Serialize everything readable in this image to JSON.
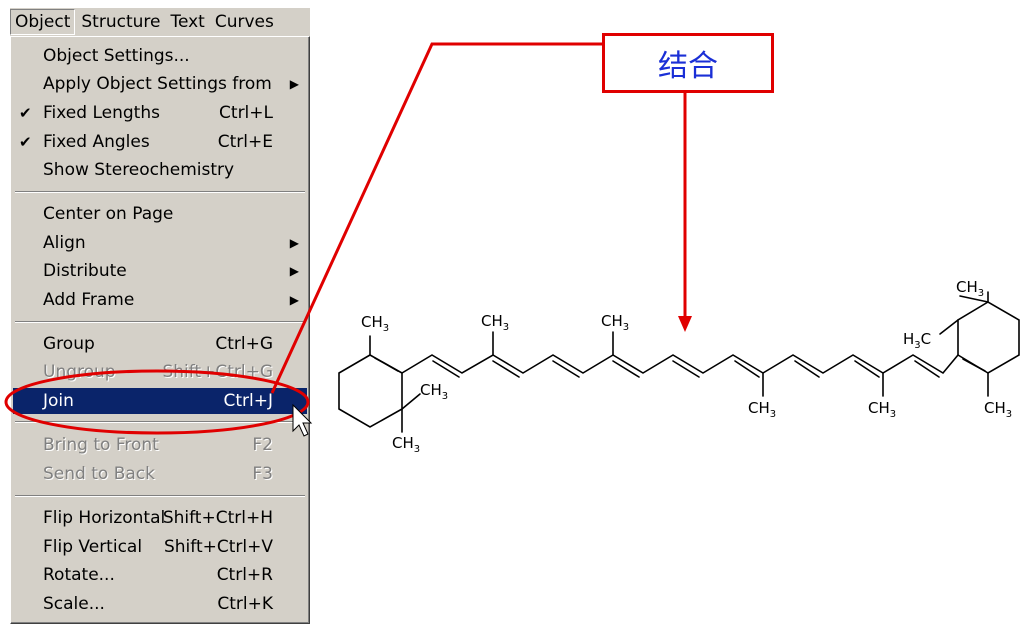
{
  "menubar": {
    "items": [
      {
        "label": "Object"
      },
      {
        "label": "Structure"
      },
      {
        "label": "Text"
      },
      {
        "label": "Curves"
      }
    ]
  },
  "menu": {
    "items": [
      {
        "label": "Object Settings...",
        "shortcut": "",
        "check": "",
        "submenu": false,
        "disabled": false
      },
      {
        "label": "Apply Object Settings from",
        "shortcut": "",
        "check": "",
        "submenu": true,
        "disabled": false
      },
      {
        "label": "Fixed Lengths",
        "shortcut": "Ctrl+L",
        "check": "✔",
        "submenu": false,
        "disabled": false
      },
      {
        "label": "Fixed Angles",
        "shortcut": "Ctrl+E",
        "check": "✔",
        "submenu": false,
        "disabled": false
      },
      {
        "label": "Show Stereochemistry",
        "shortcut": "",
        "check": "",
        "submenu": false,
        "disabled": false
      },
      {
        "label": "Center on Page",
        "shortcut": "",
        "check": "",
        "submenu": false,
        "disabled": false
      },
      {
        "label": "Align",
        "shortcut": "",
        "check": "",
        "submenu": true,
        "disabled": false
      },
      {
        "label": "Distribute",
        "shortcut": "",
        "check": "",
        "submenu": true,
        "disabled": false
      },
      {
        "label": "Add Frame",
        "shortcut": "",
        "check": "",
        "submenu": true,
        "disabled": false
      },
      {
        "label": "Group",
        "shortcut": "Ctrl+G",
        "check": "",
        "submenu": false,
        "disabled": false
      },
      {
        "label": "Ungroup",
        "shortcut": "Shift+Ctrl+G",
        "check": "",
        "submenu": false,
        "disabled": true
      },
      {
        "label": "Join",
        "shortcut": "Ctrl+J",
        "check": "",
        "submenu": false,
        "disabled": false,
        "highlight": true
      },
      {
        "label": "Bring to Front",
        "shortcut": "F2",
        "check": "",
        "submenu": false,
        "disabled": true
      },
      {
        "label": "Send to Back",
        "shortcut": "F3",
        "check": "",
        "submenu": false,
        "disabled": true
      },
      {
        "label": "Flip Horizontal",
        "shortcut": "Shift+Ctrl+H",
        "check": "",
        "submenu": false,
        "disabled": false
      },
      {
        "label": "Flip Vertical",
        "shortcut": "Shift+Ctrl+V",
        "check": "",
        "submenu": false,
        "disabled": false
      },
      {
        "label": "Rotate...",
        "shortcut": "Ctrl+R",
        "check": "",
        "submenu": false,
        "disabled": false
      },
      {
        "label": "Scale...",
        "shortcut": "Ctrl+K",
        "check": "",
        "submenu": false,
        "disabled": false
      }
    ]
  },
  "callout": {
    "label": "结合"
  },
  "molecule": {
    "methyl": "CH",
    "sub": "3",
    "h3c": "H"
  },
  "colors": {
    "highlight": "#0a246a",
    "annotation": "#e00000",
    "callout_text": "#1a2fd6",
    "menu_bg": "#d4d0c8"
  }
}
